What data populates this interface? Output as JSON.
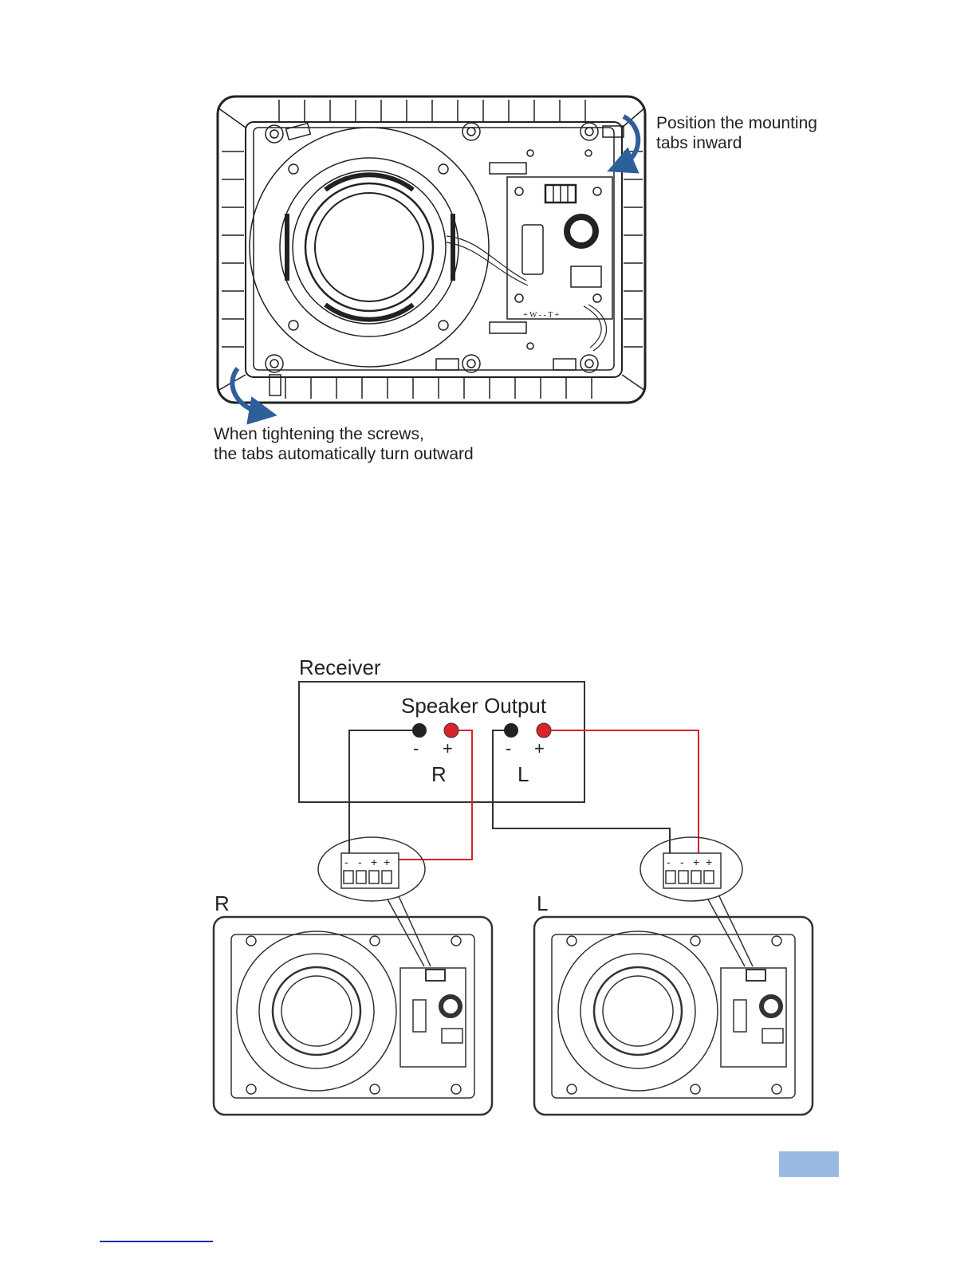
{
  "figure1": {
    "callout_inward": [
      "Position the mounting",
      "tabs inward"
    ],
    "callout_outward": [
      "When tightening the screws,",
      "the tabs automatically turn outward"
    ],
    "board_label": "+ W -    - T +"
  },
  "figure2": {
    "receiver_label": "Receiver",
    "output_label": "Speaker Output",
    "minus_r": "-",
    "plus_r": "+",
    "minus_l": "-",
    "plus_l": "+",
    "channel_r": "R",
    "channel_l": "L",
    "speaker_r_label": "R",
    "speaker_l_label": "L",
    "terminal_signs": [
      "-",
      "-",
      "+",
      "+"
    ]
  },
  "colors": {
    "positive_wire": "#d8242b",
    "negative_wire": "#333333",
    "arrow": "#2f5f9b",
    "page_tab": "#9ab9e0"
  }
}
